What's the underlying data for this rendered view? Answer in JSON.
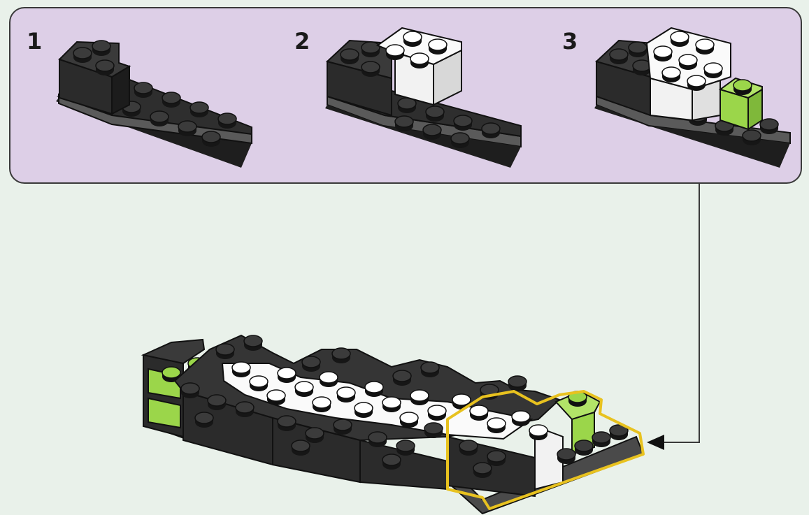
{
  "colors": {
    "background": "#e9f1ea",
    "panel": "#ddcfe7",
    "black_brick": "#2e2e2e",
    "white_brick": "#f2f2f2",
    "green_brick": "#9bd64a",
    "base_plate": "#4a4a4a",
    "highlight": "#e8c21f",
    "arrow": "#3a3a3a"
  },
  "steps": [
    {
      "number": "1"
    },
    {
      "number": "2"
    },
    {
      "number": "3"
    }
  ],
  "icons": [
    "arrow-pointer-icon"
  ]
}
